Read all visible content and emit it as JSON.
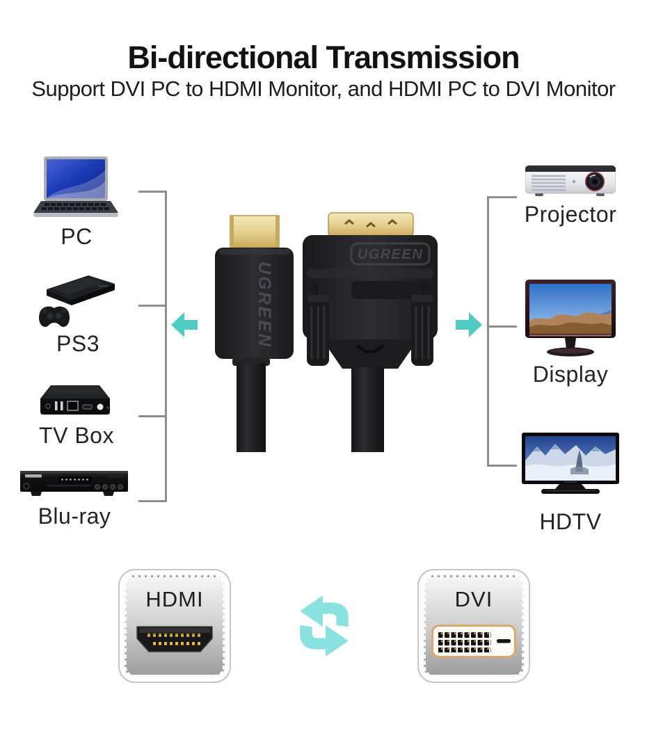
{
  "header": {
    "title": "Bi-directional Transmission",
    "subtitle": "Support DVI PC to HDMI Monitor, and HDMI PC to DVI Monitor"
  },
  "sources": {
    "items": [
      {
        "label": "PC",
        "icon": "laptop-icon"
      },
      {
        "label": "PS3",
        "icon": "ps3-console-icon"
      },
      {
        "label": "TV Box",
        "icon": "tv-box-icon"
      },
      {
        "label": "Blu-ray",
        "icon": "blu-ray-player-icon"
      }
    ]
  },
  "destinations": {
    "items": [
      {
        "label": "Projector",
        "icon": "projector-icon"
      },
      {
        "label": "Display",
        "icon": "monitor-icon"
      },
      {
        "label": "HDTV",
        "icon": "hdtv-icon"
      }
    ]
  },
  "cable": {
    "hdmi_connector_brand": "UGREEN",
    "dvi_connector_brand": "UGREEN"
  },
  "footer": {
    "hdmi_label": "HDMI",
    "dvi_label": "DVI",
    "swap_icon": "swap-arrows-icon"
  },
  "colors": {
    "accent_teal": "#4fcbc3",
    "accent_teal_light": "#89e2df",
    "bracket_gray": "#8d8d8d",
    "text": "#1c1c1c",
    "gold": "#d9bd72"
  }
}
